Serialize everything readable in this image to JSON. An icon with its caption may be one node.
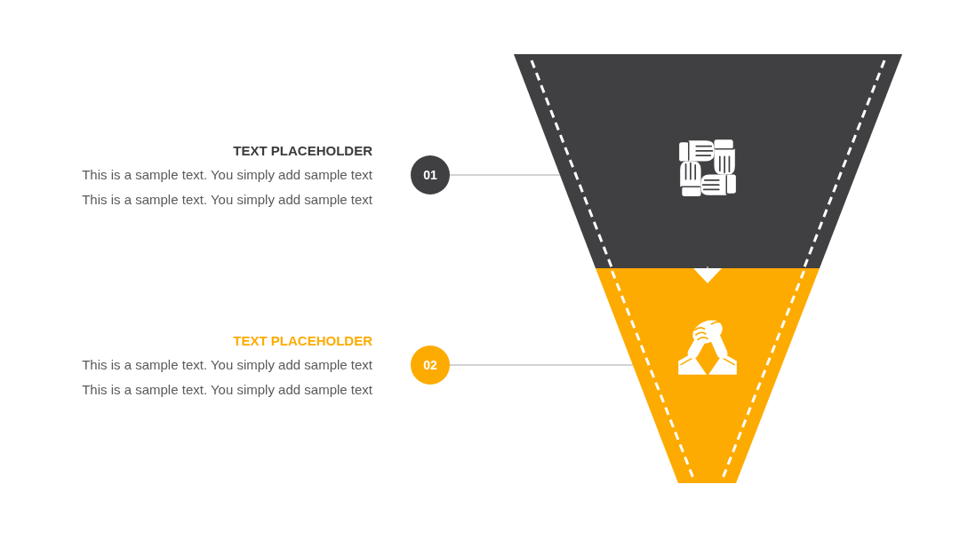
{
  "diagram": {
    "nodes": [
      {
        "text": [
          "01"
        ],
        "beside": [
          "TEXT PLACEHOLDER",
          "This is a sample text. You simply add sample text",
          "This is a sample text. You simply add sample text"
        ]
      },
      {
        "text": [],
        "shape": "trapezoid"
      },
      {
        "text": [
          "02"
        ],
        "beside": [
          "TEXT PLACEHOLDER",
          "This is a sample text. You simply add sample text",
          "This is a sample text. You simply add sample text"
        ]
      },
      {
        "text": [],
        "shape": "trapezoid"
      }
    ],
    "edges": [
      {
        "from": 0,
        "to": 1,
        "arrow": "none"
      },
      {
        "from": 2,
        "to": 3,
        "arrow": "none"
      },
      {
        "from": 1,
        "to": 3,
        "arrow": "to",
        "color": "#ffffff"
      }
    ]
  }
}
